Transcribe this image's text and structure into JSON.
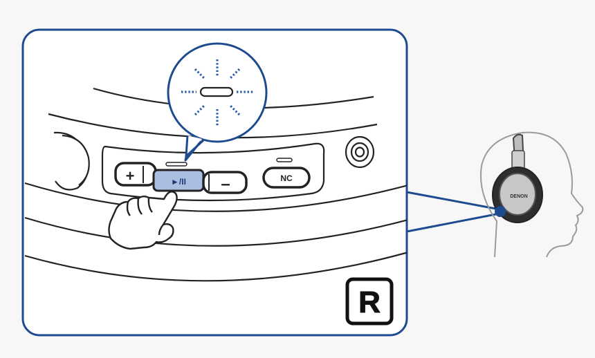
{
  "diagram": {
    "side_badge": "R",
    "buttons": {
      "volume_up": "+",
      "play_pause": "►/II",
      "volume_down": "–",
      "noise_cancel": "NC"
    },
    "headphone_brand": "DENON"
  },
  "colors": {
    "accent_blue": "#1e4b8f",
    "play_button_fill": "#a9bee0",
    "panel_background": "#ffffff",
    "page_background": "#f7f7f7",
    "led_blue": "#2a5ca8",
    "head_outline": "#9a9a9a"
  },
  "icons": [
    "pointing-hand-icon",
    "blinking-led-icon",
    "headphones-icon",
    "head-silhouette-icon",
    "jack-port-icon"
  ]
}
